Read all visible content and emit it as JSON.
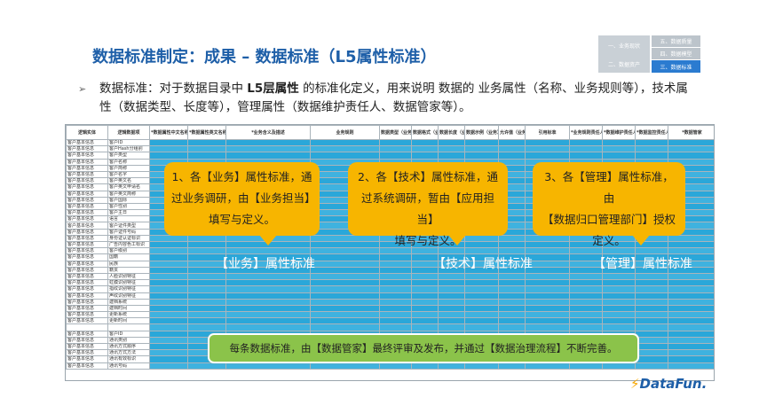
{
  "title": "数据标准制定：成果 – 数据标准（L5属性标准）",
  "nav": {
    "item1": "一、业务现状",
    "item2": "二、数据资产",
    "item3": "五、数据质量",
    "item4": "四、数据模型",
    "item5": "三、数据标准"
  },
  "description": {
    "bullet": "➢",
    "p1": "数据标准：对于数据目录中 ",
    "bold": "L5层属性",
    "p2": " 的标准化定义，用来说明 数据的 业务属性（名称、业务规则等），技术属性（数据类型、长度等），管理属性（数据维护责任人、数据管家等）。"
  },
  "table": {
    "headers": [
      "逻辑实体",
      "逻辑数据项",
      "*数据属性中文名称",
      "*数据属性英文名称",
      "*业务含义及描述",
      "业务规则",
      "数据类型（业务）",
      "数据格式（业务）",
      "数据长度（业务）",
      "数据示例（业务）",
      "允许值（业务）",
      "引用标准",
      "*业务规则责任人",
      "*数据维护责任人",
      "*数据监控责任人",
      "*数据管家"
    ],
    "rows": [
      [
        "客户基本信息",
        "客户ID"
      ],
      [
        "客户基本信息",
        "客户Hash分组别"
      ],
      [
        "客户基本信息",
        "客户类型"
      ],
      [
        "客户基本信息",
        "客户名称"
      ],
      [
        "客户基本信息",
        "客户简称"
      ],
      [
        "客户基本信息",
        "客户名字"
      ],
      [
        "客户基本信息",
        "客户英文名"
      ],
      [
        "客户基本信息",
        "客户英文申请名"
      ],
      [
        "客户基本信息",
        "客户英文简称"
      ],
      [
        "客户基本信息",
        "客户国际"
      ],
      [
        "客户基本信息",
        "客户性别"
      ],
      [
        "客户基本信息",
        "客户主日"
      ],
      [
        "客户基本信息",
        "语言"
      ],
      [
        "客户基本信息",
        "客户证件类型"
      ],
      [
        "客户基本信息",
        "客户证件号码"
      ],
      [
        "客户基本信息",
        "身份证认证标识"
      ],
      [
        "客户基本信息",
        "广告内容色工标识"
      ],
      [
        "客户基本信息",
        "客户级别"
      ],
      [
        "客户基本信息",
        "国籍"
      ],
      [
        "客户基本信息",
        "民族"
      ],
      [
        "客户基本信息",
        "籍贯"
      ],
      [
        "客户基本信息",
        "人脸识别特征"
      ],
      [
        "客户基本信息",
        "虹膜识别特征"
      ],
      [
        "客户基本信息",
        "指纹识别特征"
      ],
      [
        "客户基本信息",
        "声纹识别特征"
      ],
      [
        "客户基本信息",
        "建档系统"
      ],
      [
        "客户基本信息",
        "建档时间"
      ],
      [
        "客户基本信息",
        "更新系统"
      ],
      [
        "客户基本信息",
        "更新时间"
      ],
      [
        "",
        ""
      ],
      [
        "客户基本信息",
        "客户ID"
      ],
      [
        "客户基本信息",
        "通讯类别"
      ],
      [
        "客户基本信息",
        "通讯方式顺序"
      ],
      [
        "客户基本信息",
        "通讯方式方法"
      ],
      [
        "客户基本信息",
        "通讯有效标识"
      ],
      [
        "客户基本信息",
        "通讯号码"
      ]
    ]
  },
  "callouts": {
    "business": [
      "1、各【业务】属性标准，通",
      "过业务调研，由【业务担当】",
      "填写与定义。"
    ],
    "technical": [
      "2、各【技术】属性标准，通",
      "过系统调研，暂由【应用担当】",
      "填写与定义。"
    ],
    "management": [
      "3、各【管理】属性标准，由",
      "【数据归口管理部门】授权",
      "定义。"
    ]
  },
  "labels": {
    "business": "【业务】属性标准",
    "technical": "【技术】属性标准",
    "management": "【管理】属性标准"
  },
  "bottom_note": "每条数据标准，由【数据管家】最终评审及发布，并通过【数据治理流程】不断完善。",
  "logo": {
    "mark": "⚡",
    "text": "DataFun."
  }
}
